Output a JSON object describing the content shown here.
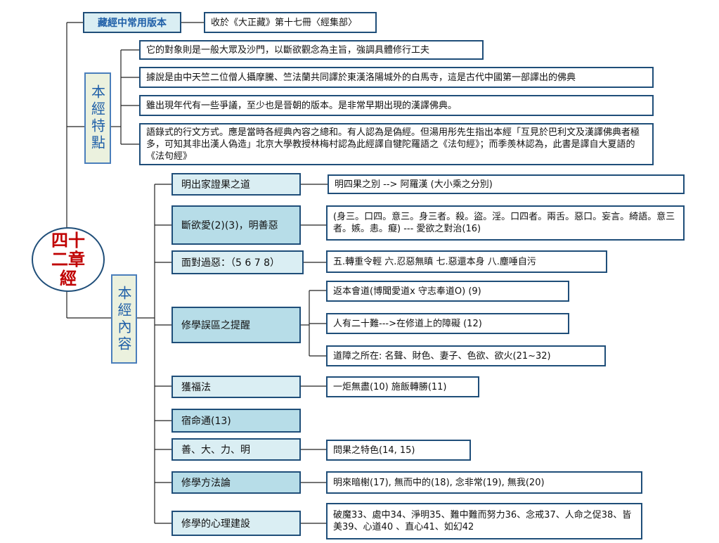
{
  "center": "四十二章經",
  "version": {
    "label": "藏經中常用版本",
    "note": "收於《大正藏》第十七冊〈經集部〉"
  },
  "features": {
    "label": "本經特點",
    "items": [
      "它的對象則是一般大眾及沙門，以斷欲觀念為主旨，強調具體修行工夫",
      "據說是由中天竺二位僧人攝摩騰、竺法蘭共同譯於東漢洛陽城外的白馬寺，這是古代中國第一部譯出的佛典",
      "雖出現年代有一些爭議，至少也是晉朝的版本。是非常早期出現的漢譯佛典。",
      "語錄式的行文方式。應是當時各經典內容之總和。有人認為是偽經。但湯用彤先生指出本經「互見於巴利文及漢譯佛典者極多，可知其非出漢人偽造」北京大學教授林梅村認為此經譯自犍陀羅語之《法句經》；而季羨林認為，此書是譯自大夏語的《法句經》"
    ]
  },
  "content": {
    "label": "本經內容",
    "topics": [
      {
        "label": "明出家證果之道",
        "details": [
          "明四果之別 --> 阿羅漢 (大小乘之分別)"
        ]
      },
      {
        "label": "斷欲愛(2)(3)，明善惡",
        "details": [
          "(身三。口四。意三。身三者。殺。盜。淫。口四者。兩舌。惡口。妄言。綺語。意三者。嫉。恚。癡)   --- 愛欲之對治(16)"
        ]
      },
      {
        "label": "面對過惡：（5 6 7 8）",
        "details": [
          "五.轉重令輕      六.忍惡無瞋   七.惡還本身  八.塵唾自污"
        ]
      },
      {
        "label": "修學誤區之提醒",
        "details": [
          "返本會道(博聞愛道x 守志奉道O)  (9)",
          "人有二十難--->在修道上的障礙  (12)",
          "道障之所在: 名聲、財色、妻子、色欲、欲火(21~32)"
        ]
      },
      {
        "label": "獲福法",
        "details": [
          "一炬無盡(10) 施飯轉勝(11)"
        ]
      },
      {
        "label": "宿命通(13)",
        "details": []
      },
      {
        "label": "善、大、力、明",
        "details": [
          "問果之特色(14, 15)"
        ]
      },
      {
        "label": "修學方法論",
        "details": [
          "明來暗榭(17), 無而中的(18), 念非常(19), 無我(20)"
        ]
      },
      {
        "label": "修學的心理建設",
        "details": [
          "破魔33、處中34、淨明35、難中難而努力36、念戒37、人命之促38、皆美39、心道40  、直心41、如幻42"
        ]
      }
    ]
  }
}
